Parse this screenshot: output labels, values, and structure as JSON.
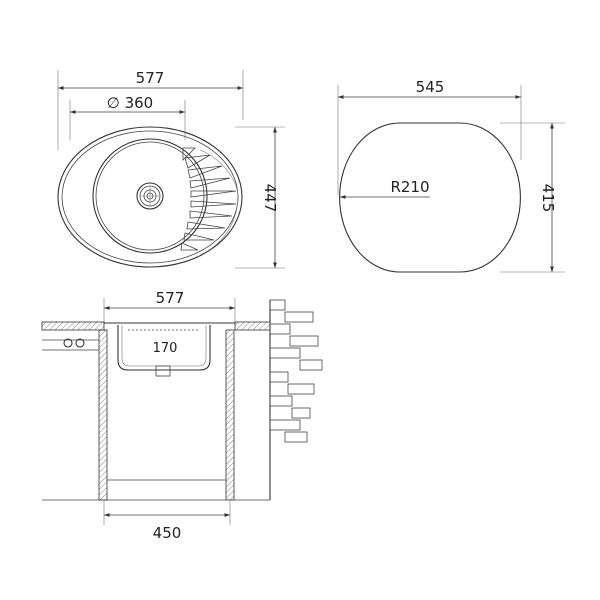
{
  "top_view": {
    "width_label": "577",
    "bowl_diameter_label": "∅ 360",
    "height_label": "447"
  },
  "cutout_view": {
    "width_label": "545",
    "radius_label": "R210",
    "height_label": "415"
  },
  "section_view": {
    "width_label": "577",
    "depth_label": "170",
    "cabinet_width_label": "450"
  },
  "colors": {
    "line": "#333333",
    "hatch": "#666666",
    "background": "#ffffff"
  }
}
